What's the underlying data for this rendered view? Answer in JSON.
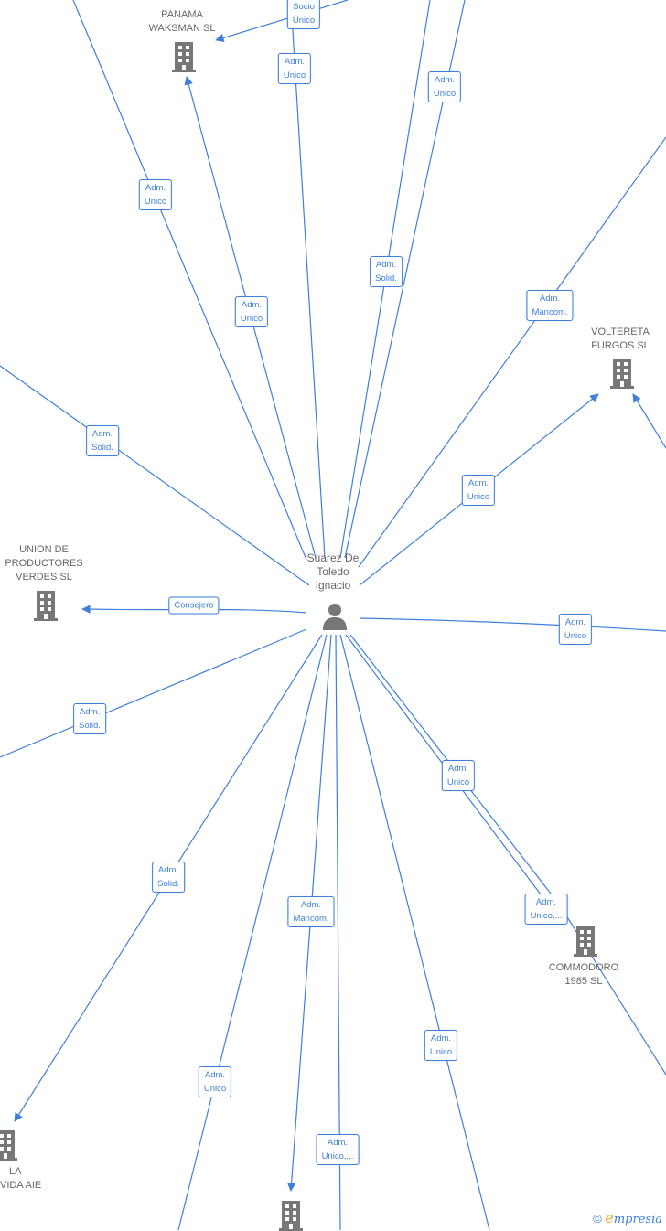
{
  "center": {
    "name": "Suarez De Toledo Ignacio",
    "lines": [
      "Suarez De",
      "Toledo",
      "Ignacio"
    ],
    "icon": "person-icon"
  },
  "companies": [
    {
      "id": "panama",
      "lines": [
        "PANAMA",
        "WAKSMAN  SL"
      ],
      "icon": "building-icon"
    },
    {
      "id": "voltereta",
      "lines": [
        "VOLTERETA",
        "FURGOS  SL"
      ],
      "icon": "building-icon"
    },
    {
      "id": "union",
      "lines": [
        "UNION DE",
        "PRODUCTORES",
        "VERDES  SL"
      ],
      "icon": "building-icon"
    },
    {
      "id": "commodoro",
      "lines": [
        "COMMODORO",
        "1985  SL"
      ],
      "icon": "building-icon"
    },
    {
      "id": "vida",
      "lines": [
        "LA",
        "VIDA AIE"
      ],
      "icon": "building-icon"
    },
    {
      "id": "bottom",
      "lines": [],
      "icon": "building-icon"
    }
  ],
  "edge_labels": [
    {
      "id": "e1",
      "lines": [
        "Socio",
        "Único"
      ]
    },
    {
      "id": "e2",
      "lines": [
        "Adm.",
        "Unico"
      ]
    },
    {
      "id": "e3",
      "lines": [
        "Adm.",
        "Unico"
      ]
    },
    {
      "id": "e4",
      "lines": [
        "Adm.",
        "Unico"
      ]
    },
    {
      "id": "e5",
      "lines": [
        "Adm.",
        "Solid."
      ]
    },
    {
      "id": "e6",
      "lines": [
        "Adm.",
        "Unico"
      ]
    },
    {
      "id": "e7",
      "lines": [
        "Adm.",
        "Mancom."
      ]
    },
    {
      "id": "e8",
      "lines": [
        "Adm.",
        "Solid."
      ]
    },
    {
      "id": "e9",
      "lines": [
        "Adm.",
        "Unico"
      ]
    },
    {
      "id": "e10",
      "lines": [
        "Consejero"
      ]
    },
    {
      "id": "e11",
      "lines": [
        "Adm.",
        "Unico"
      ]
    },
    {
      "id": "e12",
      "lines": [
        "Adm.",
        "Solid."
      ]
    },
    {
      "id": "e13",
      "lines": [
        "Adm.",
        "Unico"
      ]
    },
    {
      "id": "e14",
      "lines": [
        "Adm.",
        "Solid."
      ]
    },
    {
      "id": "e15",
      "lines": [
        "Adm.",
        "Mancom."
      ]
    },
    {
      "id": "e16",
      "lines": [
        "Adm.",
        "Unico,..."
      ]
    },
    {
      "id": "e17",
      "lines": [
        "Adm.",
        "Unico"
      ]
    },
    {
      "id": "e18",
      "lines": [
        "Adm.",
        "Unico"
      ]
    },
    {
      "id": "e19",
      "lines": [
        "Adm.",
        "Unico,..."
      ]
    }
  ],
  "footer": {
    "copyright": "©",
    "brand_initial": "e",
    "brand_rest": "mpresia"
  },
  "colors": {
    "edge": "#3f7fd9",
    "node_text": "#666666",
    "icon": "#777777"
  }
}
